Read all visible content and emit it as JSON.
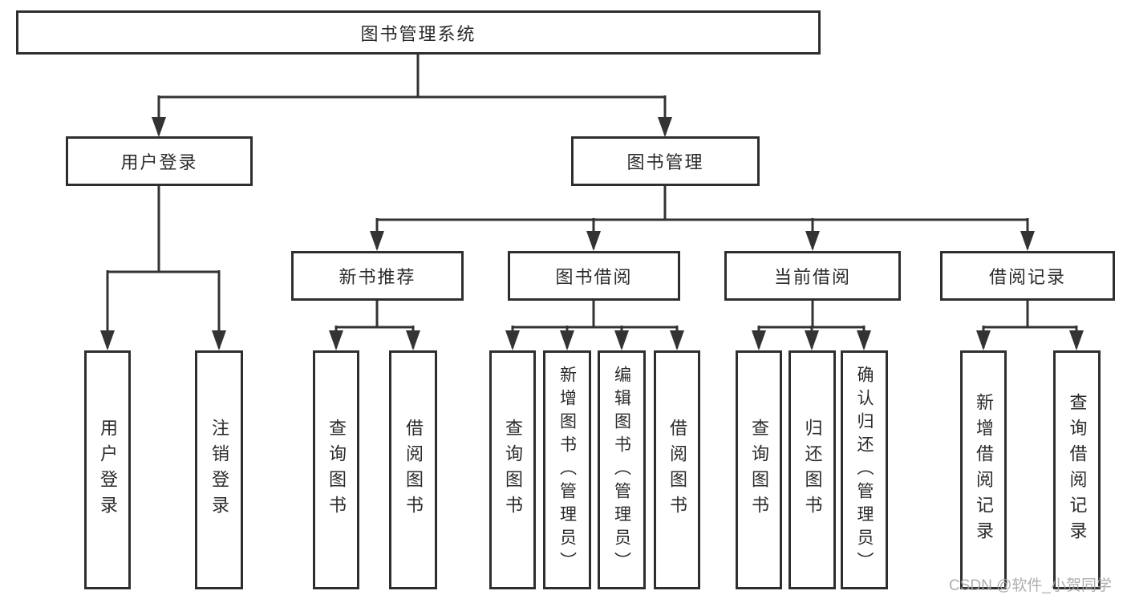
{
  "tree": {
    "root": {
      "label": "图书管理系统",
      "children": [
        {
          "label": "用户登录",
          "children": [
            {
              "label": "用户登录"
            },
            {
              "label": "注销登录"
            }
          ]
        },
        {
          "label": "图书管理",
          "children": [
            {
              "label": "新书推荐",
              "children": [
                {
                  "label": "查询图书"
                },
                {
                  "label": "借阅图书"
                }
              ]
            },
            {
              "label": "图书借阅",
              "children": [
                {
                  "label": "查询图书"
                },
                {
                  "label": "新增图书（管理员）"
                },
                {
                  "label": "编辑图书（管理员）"
                },
                {
                  "label": "借阅图书"
                }
              ]
            },
            {
              "label": "当前借阅",
              "children": [
                {
                  "label": "查询图书"
                },
                {
                  "label": "归还图书"
                },
                {
                  "label": "确认归还（管理员）"
                }
              ]
            },
            {
              "label": "借阅记录",
              "children": [
                {
                  "label": "新增借阅记录"
                },
                {
                  "label": "查询借阅记录"
                }
              ]
            }
          ]
        }
      ]
    }
  },
  "watermark": {
    "text": "CSDN @软件_小贺同学"
  },
  "colors": {
    "line": "#333333",
    "box_border": "#2e2e2e",
    "text": "#2b2b2b",
    "watermark": "#a6a6a6",
    "background": "#ffffff"
  }
}
